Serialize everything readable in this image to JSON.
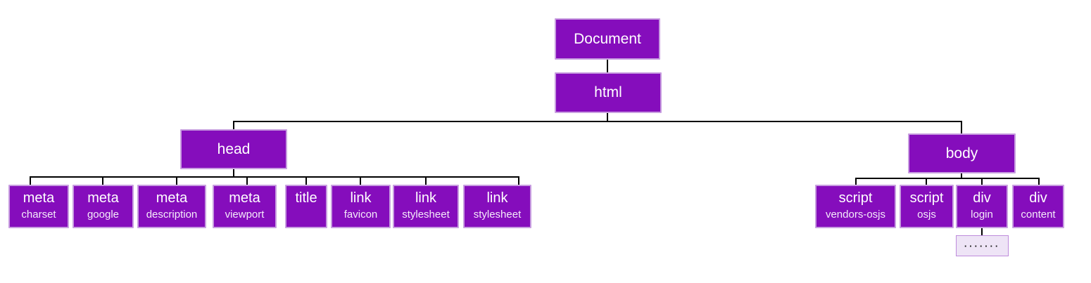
{
  "diagram": {
    "kind": "dom-tree-diagram",
    "colors": {
      "node_fill": "#850dbc",
      "node_border": "#c89ee0",
      "node_text": "#ffffff",
      "connector_line": "#000000",
      "placeholder_fill": "#eee4f6",
      "placeholder_border": "#be8bdc",
      "background": "#ffffff"
    },
    "nodes": {
      "document": {
        "label": "Document"
      },
      "html": {
        "label": "html"
      },
      "head": {
        "label": "head"
      },
      "body": {
        "label": "body"
      },
      "meta_charset": {
        "label": "meta",
        "sublabel": "charset"
      },
      "meta_google": {
        "label": "meta",
        "sublabel": "google"
      },
      "meta_description": {
        "label": "meta",
        "sublabel": "description"
      },
      "meta_viewport": {
        "label": "meta",
        "sublabel": "viewport"
      },
      "title": {
        "label": "title"
      },
      "link_favicon": {
        "label": "link",
        "sublabel": "favicon"
      },
      "link_stylesheet1": {
        "label": "link",
        "sublabel": "stylesheet"
      },
      "link_stylesheet2": {
        "label": "link",
        "sublabel": "stylesheet"
      },
      "script_vendors": {
        "label": "script",
        "sublabel": "vendors-osjs"
      },
      "script_osjs": {
        "label": "script",
        "sublabel": "osjs"
      },
      "div_login": {
        "label": "div",
        "sublabel": "login"
      },
      "div_content": {
        "label": "div",
        "sublabel": "content"
      },
      "placeholder": {
        "label": "·······"
      }
    },
    "hierarchy": {
      "Document": [
        "html"
      ],
      "html": [
        "head",
        "body"
      ],
      "head": [
        "meta charset",
        "meta google",
        "meta description",
        "meta viewport",
        "title",
        "link favicon",
        "link stylesheet",
        "link stylesheet"
      ],
      "body": [
        "script vendors-osjs",
        "script osjs",
        "div login",
        "div content"
      ],
      "div login": [
        "·······"
      ]
    }
  }
}
